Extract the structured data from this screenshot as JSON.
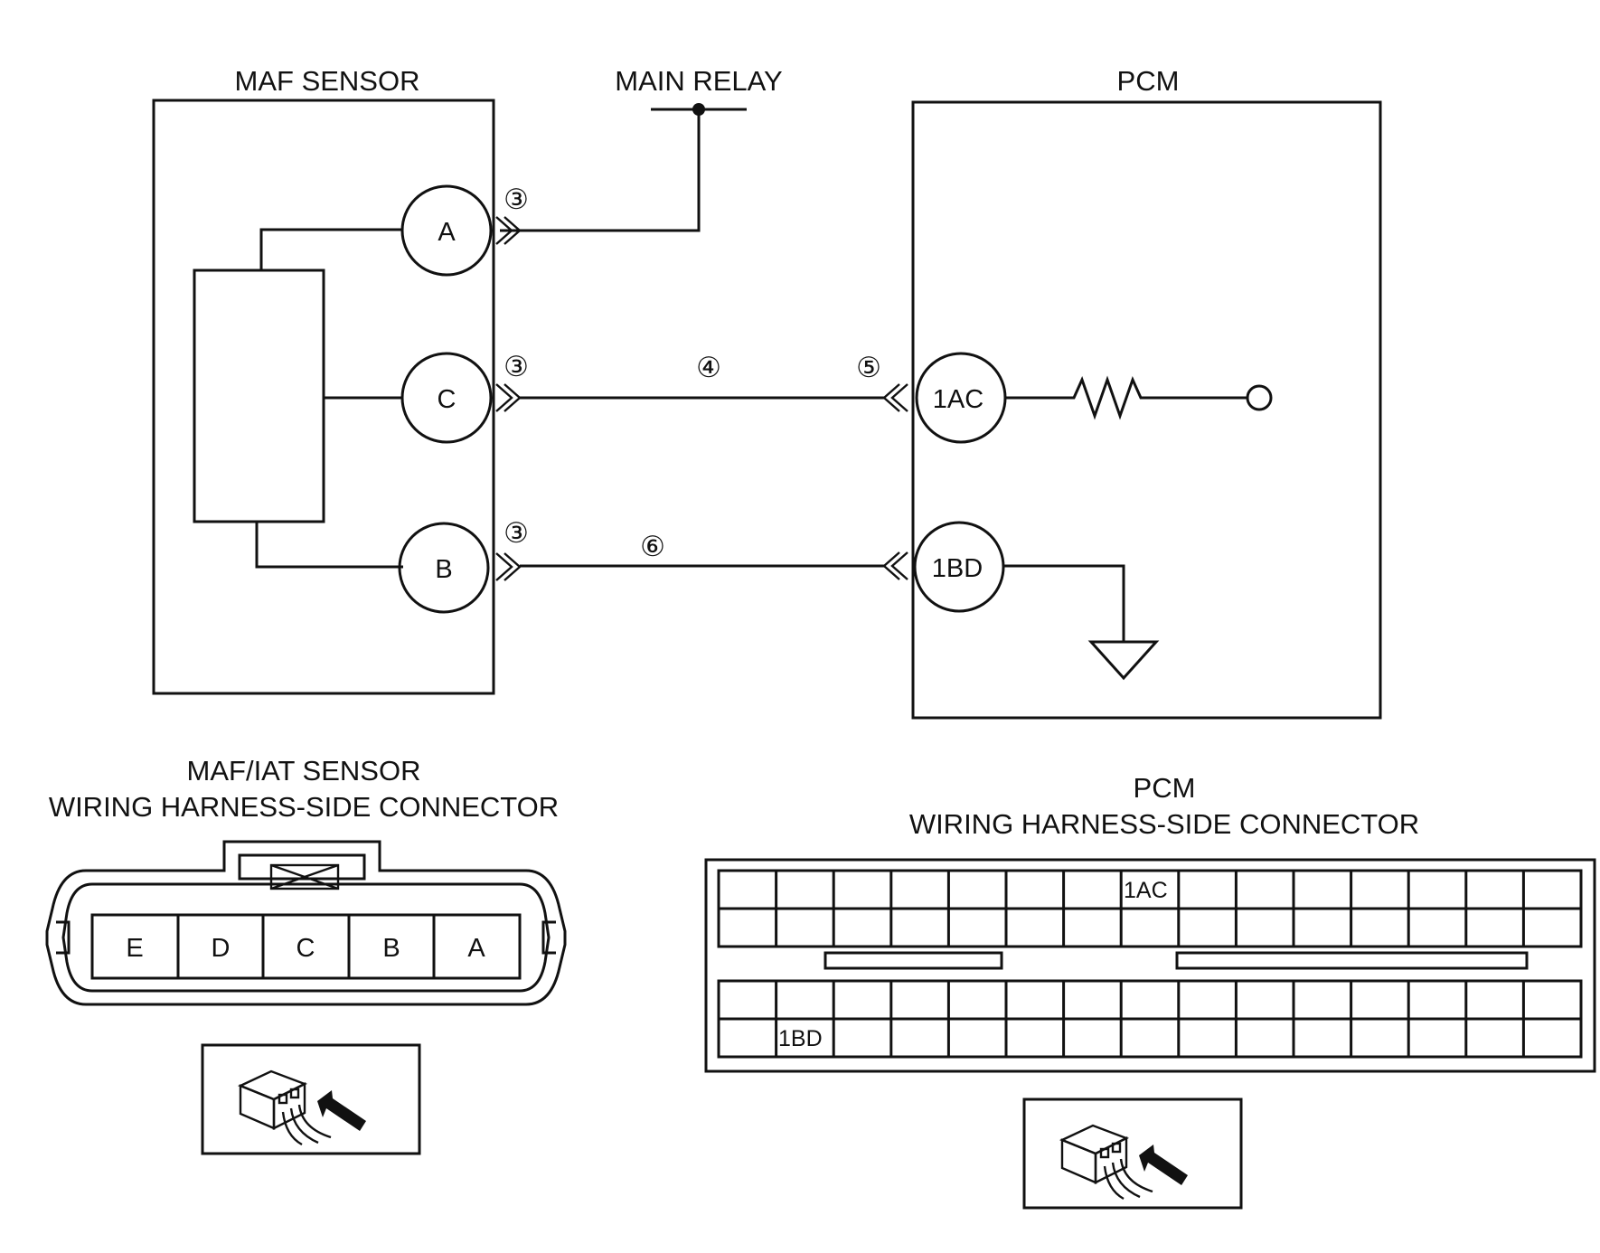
{
  "maf_sensor": {
    "title": "MAF SENSOR",
    "terminals": [
      "A",
      "C",
      "B"
    ]
  },
  "main_relay": {
    "title": "MAIN RELAY"
  },
  "pcm": {
    "title": "PCM",
    "terminals": [
      "1AC",
      "1BD"
    ]
  },
  "wire_markers": {
    "maf_a": "③",
    "maf_c": "③",
    "maf_b": "③",
    "circuit_c": "④",
    "pcm_1ac": "⑤",
    "circuit_b": "⑥"
  },
  "maf_connector": {
    "title_line1": "MAF/IAT SENSOR",
    "title_line2": "WIRING HARNESS-SIDE CONNECTOR",
    "pins": [
      "E",
      "D",
      "C",
      "B",
      "A"
    ]
  },
  "pcm_connector": {
    "title_line1": "PCM",
    "title_line2": "WIRING HARNESS-SIDE CONNECTOR",
    "label_1ac": "1AC",
    "label_1bd": "1BD"
  },
  "colors": {
    "line": "#111111",
    "background": "#ffffff"
  }
}
